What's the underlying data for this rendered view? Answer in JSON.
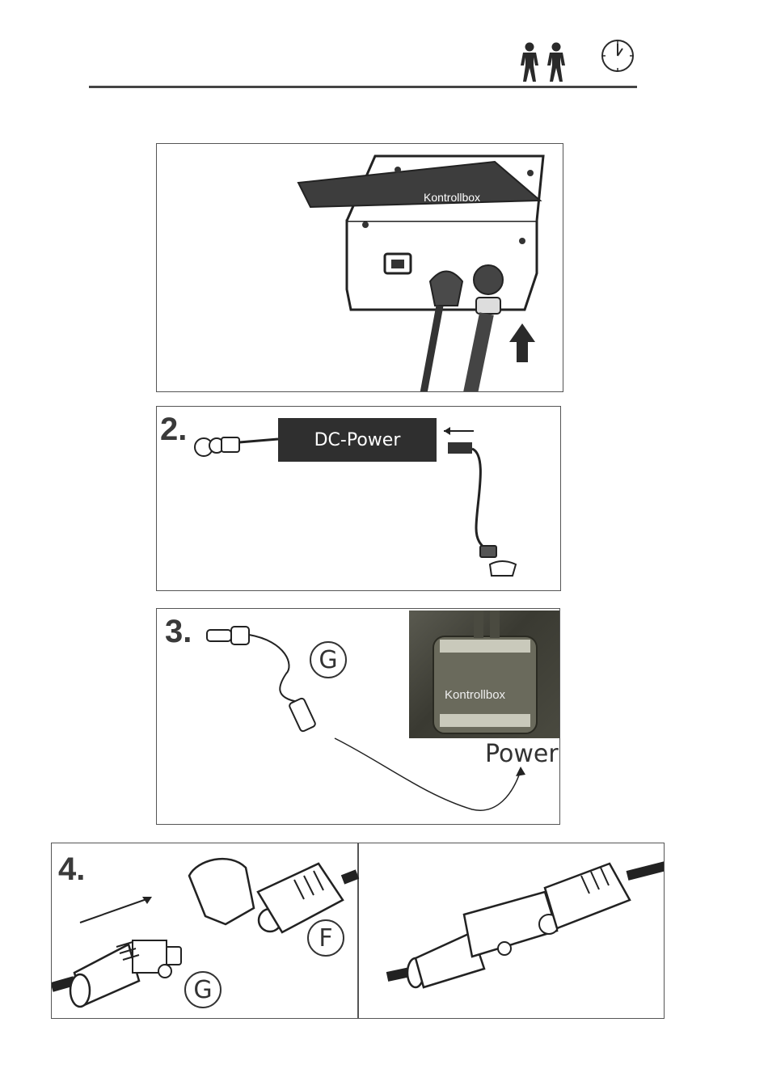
{
  "header": {
    "persons_icon": "two-persons-icon",
    "clock_icon": "clock-icon"
  },
  "steps": [
    {
      "id": 1,
      "number": "",
      "labels": {
        "box": "Kontrollbox"
      }
    },
    {
      "id": 2,
      "number": "2.",
      "labels": {
        "power_block": "DC-Power"
      }
    },
    {
      "id": 3,
      "number": "3.",
      "labels": {
        "connector": "G",
        "photo_box": "Kontrollbox",
        "target": "Power"
      }
    },
    {
      "id": 4,
      "number": "4.",
      "labels": {
        "part_f": "F",
        "part_g": "G"
      }
    }
  ]
}
